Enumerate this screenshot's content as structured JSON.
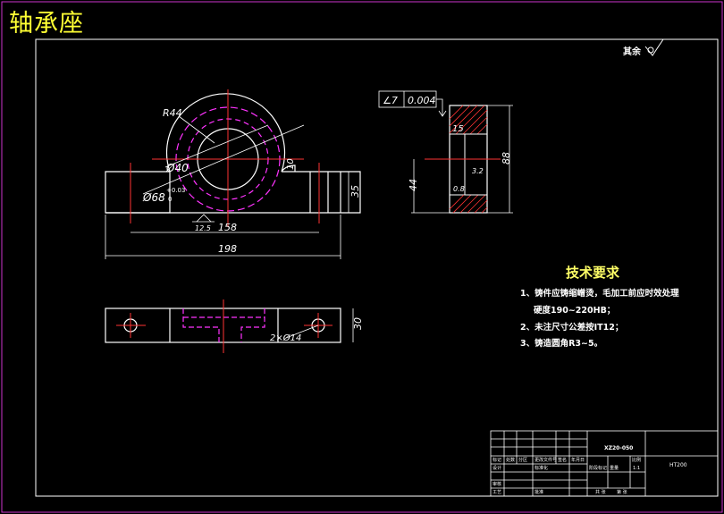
{
  "drawing": {
    "title": "轴承座",
    "surface_finish_note": "其余"
  },
  "dimensions": {
    "radius_outer": "R44",
    "diameter_bore": "Ø40",
    "diameter_fit": "Ø68",
    "fit_upper_tol": "+0.03",
    "fit_lower_tol": "0",
    "height_35": "35",
    "roughness_front": "12.5",
    "length_158": "158",
    "length_198": "198",
    "boss_10": "10",
    "flatness_symbol": "∠7",
    "flatness_value": "0.004",
    "side_15": "15",
    "side_44": "44",
    "side_88": "88",
    "side_roughness_32": "3.2",
    "side_roughness_08": "0.8",
    "bottom_30": "30",
    "holes": "2×Ø14"
  },
  "requirements": {
    "title": "技术要求",
    "line1": "1、铸件应铸缩嶒烫，毛加工前应时效处理",
    "line1b": "硬度190~220HB；",
    "line2": "2、未注尺寸公差按IT12；",
    "line3": "3、铸造圆角R3~5。"
  },
  "title_block": {
    "drawing_number": "XZ20-050",
    "material": "HT200",
    "scale": "1:1",
    "cells": [
      "标记",
      "处数",
      "分区",
      "更改文件号",
      "签名",
      "年月日",
      "设计",
      "标准化",
      "阶段标记",
      "重量",
      "比例",
      "审核",
      "工艺",
      "批准",
      "共 张",
      "第 张"
    ]
  },
  "colors": {
    "background": "#000000",
    "frame": "#cc33cc",
    "outline": "#ffffff",
    "centerline": "#ff3333",
    "hidden": "#ff33ff",
    "dimension": "#ffffff",
    "title": "#ffff33",
    "cyan_text": "#33ffff"
  }
}
